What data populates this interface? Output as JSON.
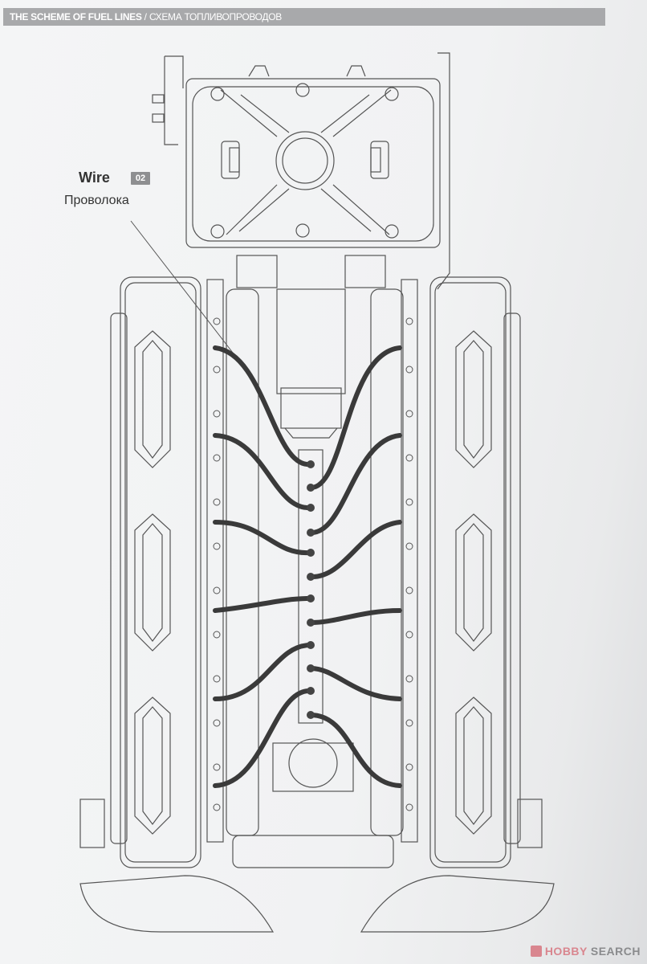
{
  "header": {
    "title_en": "THE SCHEME OF FUEL LINES",
    "separator": "/",
    "title_ru": "СХЕМА ТОПЛИВОПРОВОДОВ",
    "bar_color": "#a8a9ab"
  },
  "callout": {
    "label_en": "Wire",
    "part_number": "02",
    "label_ru": "Проволока"
  },
  "diagram": {
    "subject": "V12 engine top view with fuel lines",
    "fuel_line_count": 12,
    "line_color": "#3a3a3a",
    "outline_color": "#555555"
  },
  "watermark": {
    "brand_a": "HOBBY",
    "brand_b": "SEARCH",
    "icon": "hobby-search-logo-icon"
  }
}
